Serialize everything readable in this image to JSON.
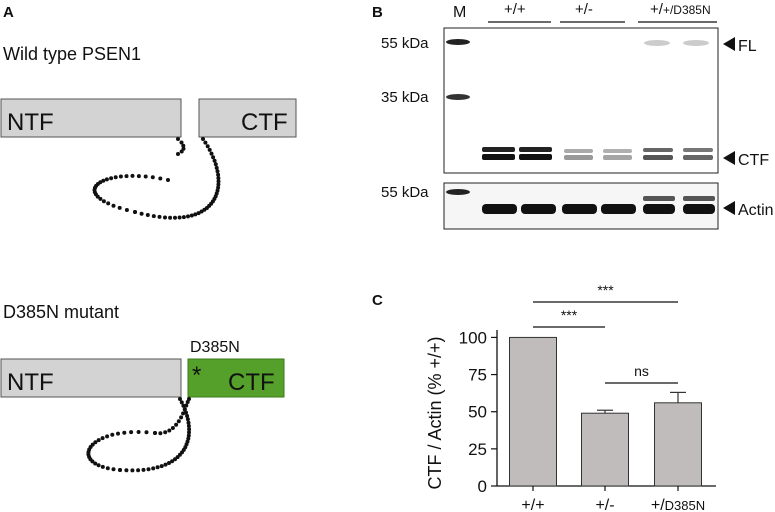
{
  "panel_a": {
    "label": "A",
    "wild_type": {
      "title": "Wild type PSEN1",
      "ntf": "NTF",
      "ctf": "CTF"
    },
    "mutant": {
      "title": "D385N mutant",
      "ntf": "NTF",
      "ctf": "CTF",
      "mutation_label": "D385N",
      "mutation_marker": "*"
    },
    "colors": {
      "gray_box": "#d3d3d3",
      "mutant_ctf": "#55a02a",
      "loop": "#111111"
    }
  },
  "panel_b": {
    "label": "B",
    "lane_m": "M",
    "groups": [
      "+/+",
      "+/-",
      "+/D385N"
    ],
    "markers_top": [
      "55 kDa",
      "35 kDa"
    ],
    "markers_bottom": [
      "55 kDa"
    ],
    "band_labels": {
      "fl": "FL",
      "ctf": "CTF",
      "actin": "Actin"
    }
  },
  "panel_c": {
    "label": "C",
    "sig_labels": [
      "***",
      "***",
      "ns"
    ]
  },
  "chart_data": {
    "type": "bar",
    "categories": [
      "+/+",
      "+/-",
      "+/D385N"
    ],
    "values": [
      100,
      49,
      56
    ],
    "errors": [
      0,
      2,
      7
    ],
    "ylabel": "CTF / Actin (% +/+)",
    "ylim": [
      0,
      105
    ],
    "yticks": [
      0,
      25,
      50,
      75,
      100
    ],
    "bar_color": "#c0bcbc"
  }
}
